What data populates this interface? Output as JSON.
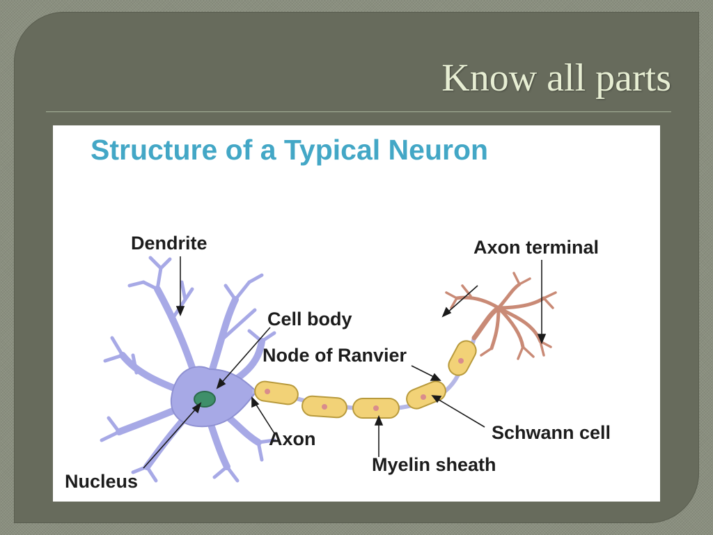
{
  "slide": {
    "title": "Know all parts"
  },
  "figure": {
    "title": "Structure of a Typical Neuron",
    "labels": {
      "dendrite": "Dendrite",
      "axon_terminal": "Axon terminal",
      "cell_body": "Cell body",
      "node_of_ranvier": "Node of Ranvier",
      "schwann_cell": "Schwann cell",
      "axon": "Axon",
      "myelin_sheath": "Myelin sheath",
      "nucleus": "Nucleus"
    }
  },
  "colors": {
    "background": "#676b5c",
    "title_text": "#e7eed3",
    "diagram_title": "#43a7c6",
    "cell_body": "#a7a9e6",
    "nucleus": "#3f8f6a",
    "myelin": "#f2d277",
    "axon_terminal": "#c98a76"
  }
}
